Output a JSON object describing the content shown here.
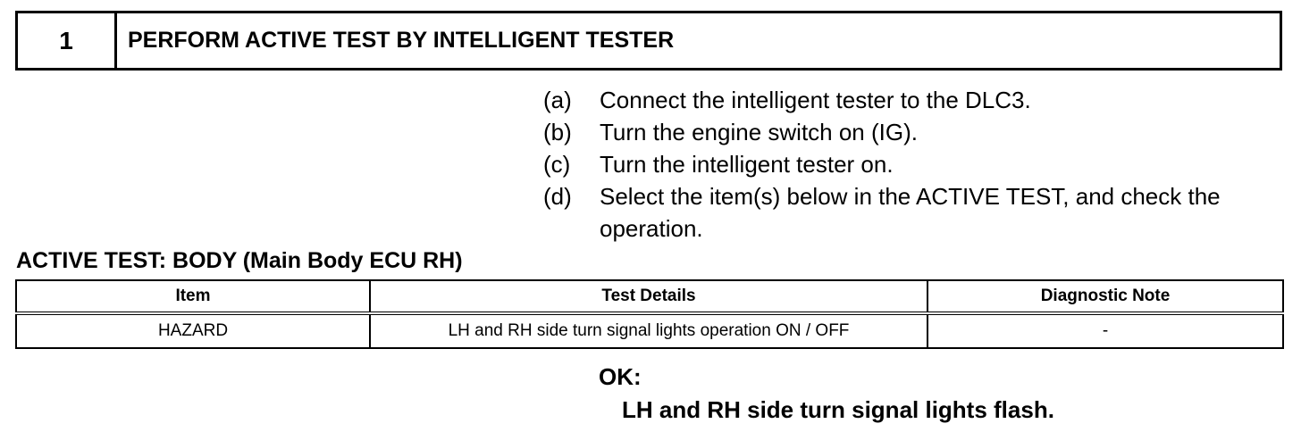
{
  "header": {
    "step_number": "1",
    "title": "PERFORM ACTIVE TEST BY INTELLIGENT TESTER"
  },
  "instructions": [
    {
      "label": "(a)",
      "text": "Connect the intelligent tester to the DLC3."
    },
    {
      "label": "(b)",
      "text": "Turn the engine switch on (IG)."
    },
    {
      "label": "(c)",
      "text": "Turn the intelligent tester on."
    },
    {
      "label": "(d)",
      "text": "Select the item(s) below in the ACTIVE TEST, and check the operation."
    }
  ],
  "section_title": "ACTIVE TEST: BODY (Main Body ECU RH)",
  "table": {
    "headers": [
      "Item",
      "Test Details",
      "Diagnostic Note"
    ],
    "rows": [
      [
        "HAZARD",
        "LH and RH side turn signal lights operation ON / OFF",
        "-"
      ]
    ]
  },
  "result": {
    "label": "OK:",
    "text": "LH and RH side turn signal lights flash."
  }
}
